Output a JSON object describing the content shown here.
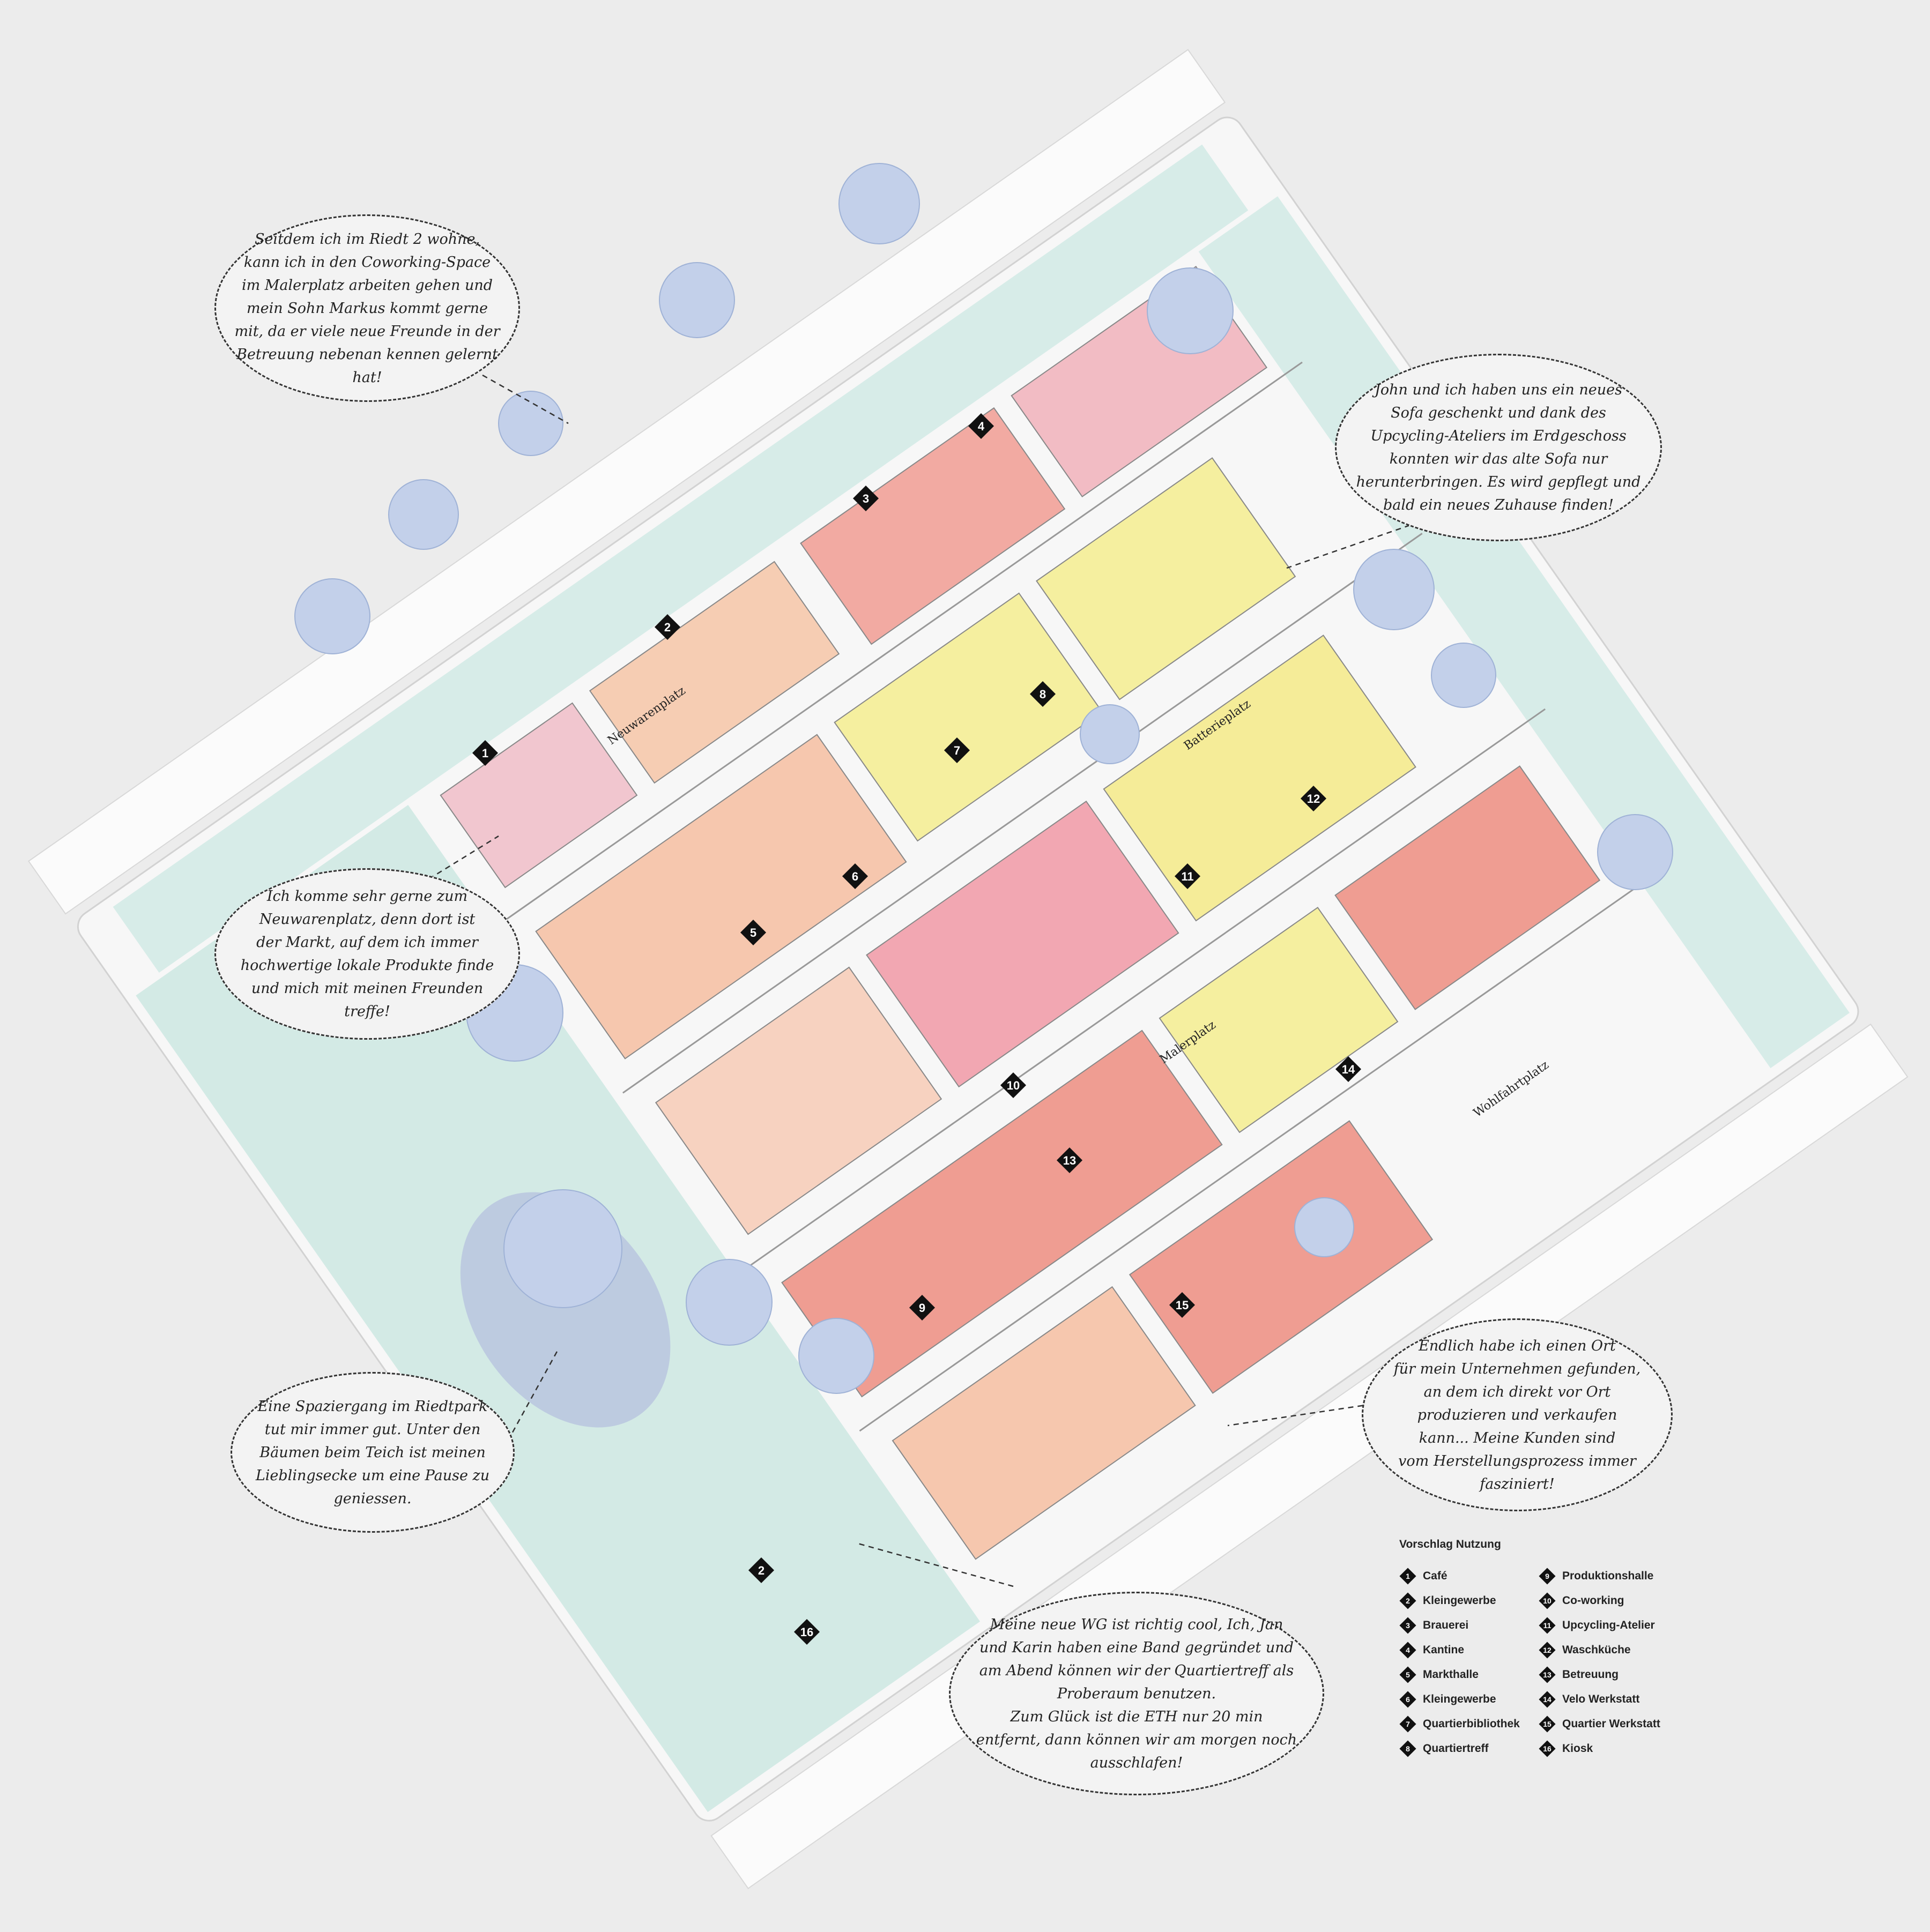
{
  "callouts": {
    "riedt": "Seitdem ich im Riedt 2 wohne,\nkann ich in den Coworking-Space\nim Malerplatz arbeiten gehen und\nmein Sohn Markus kommt gerne\nmit, da er viele neue Freunde in der\nBetreuung nebenan kennen gelernt\nhat!",
    "sofa": "John und ich haben uns ein neues\nSofa geschenkt und dank des\nUpcycling-Ateliers im Erdgeschoss\nkonnten wir das alte Sofa nur\nherunterbringen. Es wird gepflegt und\nbald ein neues Zuhause finden!",
    "market": "Ich komme sehr gerne zum\nNeuwarenplatz, denn dort ist\nder Markt, auf dem ich immer\nhochwertige lokale Produkte finde\nund mich mit meinen Freunden\ntreffe!",
    "park": "Eine Spaziergang im Riedtpark\ntut mir immer gut. Unter den\nBäumen beim Teich  ist meinen\nLieblingsecke um eine Pause zu\ngeniessen.",
    "business": "Endlich habe ich einen Ort\nfür mein Unternehmen gefunden,\nan dem ich direkt vor Ort\nproduzieren und verkaufen\nkann... Meine Kunden sind\nvom Herstellungsprozess immer\nfasziniert!",
    "wg": "Meine neue WG ist richtig cool, Ich, Jan\nund Karin haben eine Band gegründet und\nam Abend können wir der Quartiertreff als\nProberaum benutzen.\nZum Glück ist die ETH  nur 20 min\nentfernt, dann können wir am morgen noch\nausschlafen!"
  },
  "plazas": {
    "neuwarenplatz": "Neuwarenplatz",
    "batterieplatz": "Batterieplatz",
    "malerplatz": "Malerplatz",
    "wohlfahrtplatz": "Wohlfahrtplatz"
  },
  "legend": {
    "title": "Vorschlag Nutzung",
    "items": [
      {
        "num": "1",
        "label": "Café"
      },
      {
        "num": "2",
        "label": "Kleingewerbe"
      },
      {
        "num": "3",
        "label": "Brauerei"
      },
      {
        "num": "4",
        "label": "Kantine"
      },
      {
        "num": "5",
        "label": "Markthalle"
      },
      {
        "num": "6",
        "label": "Kleingewerbe"
      },
      {
        "num": "7",
        "label": "Quartierbibliothek"
      },
      {
        "num": "8",
        "label": "Quartiertreff"
      },
      {
        "num": "9",
        "label": "Produktionshalle"
      },
      {
        "num": "10",
        "label": "Co-working"
      },
      {
        "num": "11",
        "label": "Upcycling-Atelier"
      },
      {
        "num": "12",
        "label": "Waschküche"
      },
      {
        "num": "13",
        "label": "Betreuung"
      },
      {
        "num": "14",
        "label": "Velo Werkstatt"
      },
      {
        "num": "15",
        "label": "Quartier Werkstatt"
      },
      {
        "num": "16",
        "label": "Kiosk"
      }
    ]
  },
  "badges": [
    "1",
    "2",
    "3",
    "4",
    "5",
    "6",
    "7",
    "8",
    "9",
    "10",
    "11",
    "12",
    "13",
    "14",
    "15",
    "2",
    "16"
  ],
  "colors": {
    "background": "#ececec",
    "site": "#f7f7f7",
    "park": "#cfe8e3",
    "tree": "#b9c8e6",
    "cafe": "#f1c6cf",
    "kleingewerbe": "#f6cdb3",
    "brauerei": "#f2aaa2",
    "kantine": "#f2bcc4",
    "markthalle": "#f6c7ae",
    "bibliothek": "#f5ef9f",
    "quartiertreff": "#f5ef9f",
    "produktion": "#ef9d92",
    "coworking": "#f7d2c0",
    "upcycling": "#f2a7b2",
    "waschkueche": "#f5ec98",
    "betreuung": "#f5ef9f",
    "velo": "#ef9d92",
    "werkstatt": "#ef9d92",
    "kiosk": "#f6c7ae",
    "pond": "#b4c2de",
    "car": "#f4c9c6"
  }
}
